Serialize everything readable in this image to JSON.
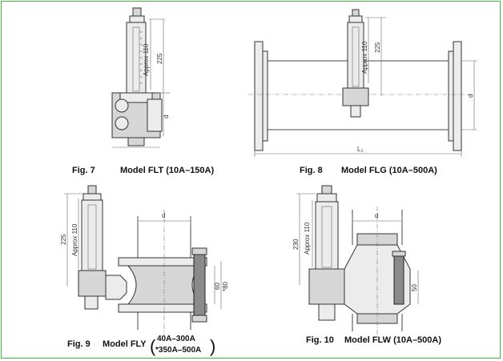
{
  "figures": [
    {
      "id": "fig7",
      "fig_label": "Fig. 7",
      "model": "Model FLT (10A–150A)",
      "dims": {
        "approx": "Approx 110",
        "h": "225",
        "d": "d"
      }
    },
    {
      "id": "fig8",
      "fig_label": "Fig. 8",
      "model": "Model FLG (10A–500A)",
      "dims": {
        "approx": "Approx 110",
        "h": "225",
        "d": "d",
        "l": "L₂"
      }
    },
    {
      "id": "fig9",
      "fig_label": "Fig. 9",
      "model": "Model FLY",
      "range1": "40A–300A",
      "range2": "*350A–500A",
      "dims": {
        "approx": "Approx 110",
        "h": "225",
        "d": "d",
        "a": "60",
        "b": "*80"
      }
    },
    {
      "id": "fig10",
      "fig_label": "Fig. 10",
      "model": "Model FLW (10A–500A)",
      "dims": {
        "approx": "Approx 110",
        "h": "230",
        "d": "d",
        "a": "50"
      }
    }
  ],
  "colors": {
    "frame": "#3dbd3d",
    "ink": "#333333"
  }
}
